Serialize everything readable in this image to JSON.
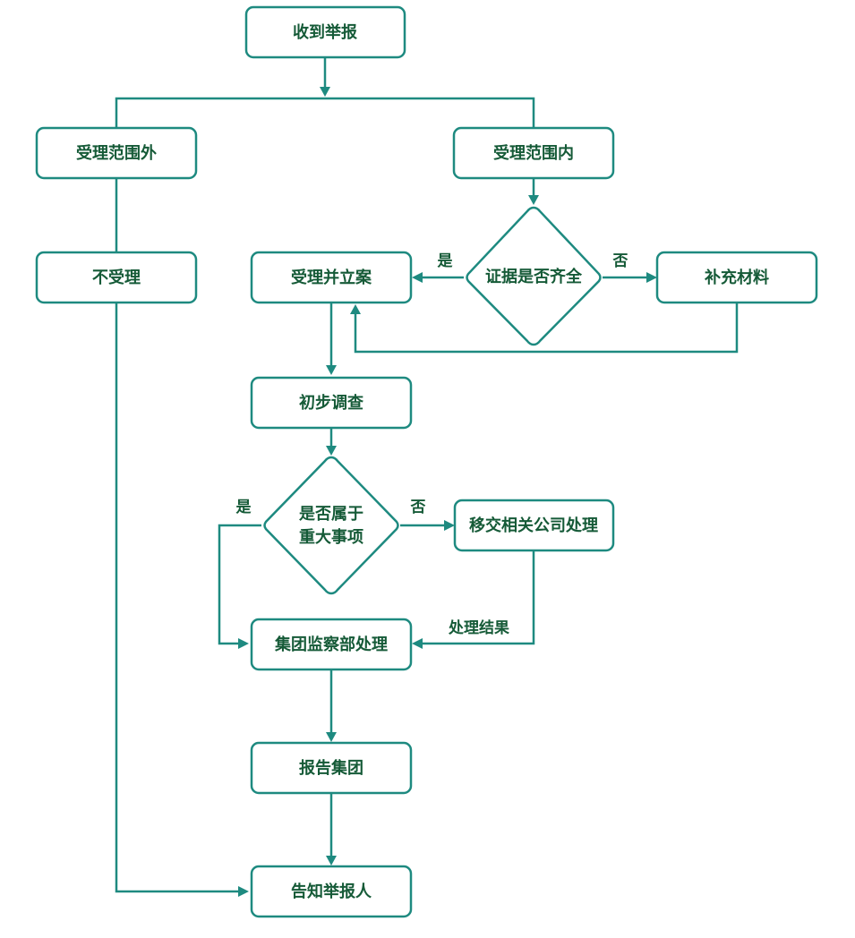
{
  "nodes": {
    "receive_report": "收到举报",
    "out_of_scope": "受理范围外",
    "in_scope": "受理范围内",
    "not_accepted": "不受理",
    "accept_and_file": "受理并立案",
    "evidence_complete": "证据是否齐全",
    "supplement_materials": "补充材料",
    "preliminary_investigation": "初步调查",
    "is_major_matter_line1": "是否属于",
    "is_major_matter_line2": "重大事项",
    "transfer_to_company": "移交相关公司处理",
    "group_supervision": "集团监察部处理",
    "report_to_group": "报告集团",
    "notify_reporter": "告知举报人"
  },
  "edge_labels": {
    "evidence_yes": "是",
    "evidence_no": "否",
    "major_yes": "是",
    "major_no": "否",
    "handling_result": "处理结果"
  },
  "colors": {
    "stroke": "#1e8a80",
    "text": "#155a37",
    "background": "#ffffff"
  }
}
